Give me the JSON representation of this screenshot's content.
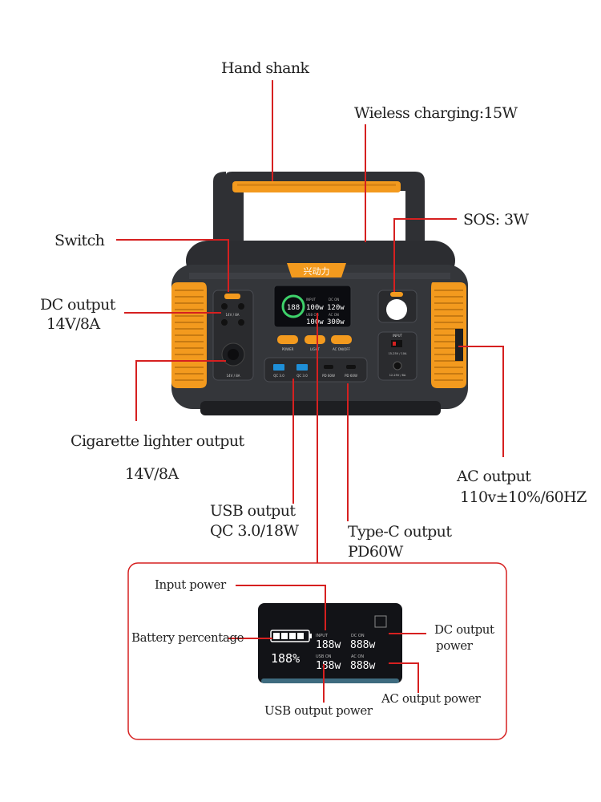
{
  "callouts": {
    "hand_shank": "Hand shank",
    "wireless": "Wieless charging:15W",
    "switch": "Switch",
    "sos": "SOS:  3W",
    "dc_output": "DC output",
    "dc_output_spec": "14V/8A",
    "cig": "Cigarette lighter output",
    "cig_spec": "14V/8A",
    "ac_output": "AC  output",
    "ac_output_spec": "110v±10%/60HZ",
    "usb_output": "USB output",
    "usb_output_spec": "QC 3.0/18W",
    "typec_output": "Type-C output",
    "typec_output_spec": "PD60W"
  },
  "device": {
    "logo": "兴动力",
    "screen": {
      "battery": "188",
      "input_tag": "INPUT",
      "dc_tag": "DC ON",
      "usb_tag": "USB ON",
      "ac_tag": "AC ON",
      "input": "100w",
      "dc": "120w",
      "usb": "100w",
      "ac": "300w"
    },
    "buttons": [
      "POWER",
      "LIGHT",
      "AC ON/OFF"
    ],
    "dc_panel_label": "14V / 8A",
    "cig_label": "14V / 8A",
    "usb_ports": [
      "QC 3.0",
      "QC 3.0"
    ],
    "pd_ports": [
      "PD 60W",
      "PD 60W"
    ],
    "input_panel": {
      "title": "INPUT",
      "spec1": "15-25V / 10A",
      "spec2": "12-25V / 8A"
    }
  },
  "inset": {
    "input_power": "Input power",
    "battery_percentage": "Battery percentage",
    "dc_output_power": "DC output",
    "dc_output_power_2": "power",
    "usb_output_power": "USB output power",
    "ac_output_power": "AC output power",
    "screen": {
      "percent": "188%",
      "input_tag": "INPUT",
      "dc_tag": "DC ON",
      "usb_tag": "USB ON",
      "ac_tag": "AC ON",
      "input": "188w",
      "dc": "888w",
      "usb": "188w",
      "ac": "888w"
    }
  },
  "colors": {
    "accent": "#f39a1e",
    "callout_line": "#d62020",
    "body": "#34363a"
  }
}
